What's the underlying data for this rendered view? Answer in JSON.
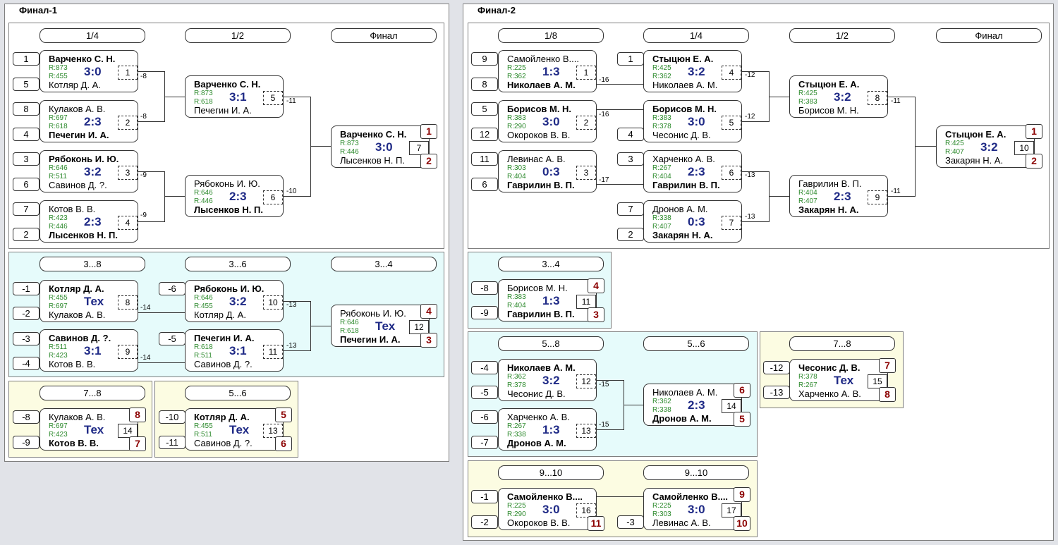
{
  "final1": {
    "title": "Финал-1",
    "rounds": [
      "1/4",
      "1/2",
      "Финал"
    ],
    "m1": {
      "p1": "Варченко С. Н.",
      "r1": "R:873",
      "r2": "R:455",
      "p2": "Котляр Д. А.",
      "score": "3:0",
      "num": "1",
      "s1": "1",
      "s2": "5",
      "link": "-8"
    },
    "m2": {
      "p1": "Кулаков А. В.",
      "r1": "R:697",
      "r2": "R:618",
      "p2": "Печегин И. А.",
      "score": "2:3",
      "num": "2",
      "s1": "8",
      "s2": "4",
      "link": "-8"
    },
    "m3": {
      "p1": "Рябоконь И. Ю.",
      "r1": "R:646",
      "r2": "R:511",
      "p2": "Савинов Д. ?.",
      "score": "3:2",
      "num": "3",
      "s1": "3",
      "s2": "6",
      "link": "-9"
    },
    "m4": {
      "p1": "Котов В. В.",
      "r1": "R:423",
      "r2": "R:446",
      "p2": "Лысенков Н. П.",
      "score": "2:3",
      "num": "4",
      "s1": "7",
      "s2": "2",
      "link": "-9"
    },
    "m5": {
      "p1": "Варченко С. Н.",
      "r1": "R:873",
      "r2": "R:618",
      "p2": "Печегин И. А.",
      "score": "3:1",
      "num": "5",
      "link": "-11"
    },
    "m6": {
      "p1": "Рябоконь И. Ю.",
      "r1": "R:646",
      "r2": "R:446",
      "p2": "Лысенков Н. П.",
      "score": "2:3",
      "num": "6",
      "link": "-10"
    },
    "m7": {
      "p1": "Варченко С. Н.",
      "r1": "R:873",
      "r2": "R:446",
      "p2": "Лысенков Н. П.",
      "score": "3:0",
      "num": "7",
      "pl1": "1",
      "pl2": "2"
    },
    "c": {
      "rounds": [
        "3...8",
        "3...6",
        "3...4"
      ],
      "m8": {
        "p1": "Котляр Д. А.",
        "r1": "R:455",
        "r2": "R:697",
        "p2": "Кулаков А. В.",
        "score": "Тех",
        "num": "8",
        "s1": "-1",
        "s2": "-2",
        "link": "-14"
      },
      "m9": {
        "p1": "Савинов Д. ?.",
        "r1": "R:511",
        "r2": "R:423",
        "p2": "Котов В. В.",
        "score": "3:1",
        "num": "9",
        "s1": "-3",
        "s2": "-4",
        "link": "-14"
      },
      "m10": {
        "p1": "Рябоконь И. Ю.",
        "r1": "R:646",
        "r2": "R:455",
        "p2": "Котляр Д. А.",
        "score": "3:2",
        "num": "10",
        "s1": "-6",
        "link": "-13"
      },
      "m11": {
        "p1": "Печегин И. А.",
        "r1": "R:618",
        "r2": "R:511",
        "p2": "Савинов Д. ?.",
        "score": "3:1",
        "num": "11",
        "s1": "-5",
        "link": "-13"
      },
      "m12": {
        "p1": "Рябоконь И. Ю.",
        "r1": "R:646",
        "r2": "R:618",
        "p2": "Печегин И. А.",
        "score": "Тех",
        "num": "12",
        "pl1": "4",
        "pl2": "3"
      }
    },
    "y1": {
      "round": "7...8",
      "m": {
        "p1": "Кулаков А. В.",
        "r1": "R:697",
        "r2": "R:423",
        "p2": "Котов В. В.",
        "score": "Тех",
        "num": "14",
        "s1": "-8",
        "s2": "-9",
        "pl1": "8",
        "pl2": "7"
      }
    },
    "y2": {
      "round": "5...6",
      "m": {
        "p1": "Котляр Д. А.",
        "r1": "R:455",
        "r2": "R:511",
        "p2": "Савинов Д. ?.",
        "score": "Тех",
        "num": "13",
        "s1": "-10",
        "s2": "-11",
        "pl1": "5",
        "pl2": "6"
      }
    }
  },
  "final2": {
    "title": "Финал-2",
    "rounds": [
      "1/8",
      "1/4",
      "1/2",
      "Финал"
    ],
    "m1": {
      "p1": "Самойленко В....",
      "r1": "R:225",
      "r2": "R:362",
      "p2": "Николаев А. М.",
      "score": "1:3",
      "num": "1",
      "s1": "9",
      "s2": "8",
      "link": "-16"
    },
    "m2": {
      "p1": "Борисов М. Н.",
      "r1": "R:383",
      "r2": "R:290",
      "p2": "Окороков В. В.",
      "score": "3:0",
      "num": "2",
      "s1": "5",
      "s2": "12",
      "link": "-16"
    },
    "m3": {
      "p1": "Левинас А. В.",
      "r1": "R:303",
      "r2": "R:404",
      "p2": "Гаврилин В. П.",
      "score": "0:3",
      "num": "3",
      "s1": "11",
      "s2": "6",
      "link": "-17"
    },
    "m4": {
      "p1": "Стыцюн Е. А.",
      "r1": "R:425",
      "r2": "R:362",
      "p2": "Николаев А. М.",
      "score": "3:2",
      "num": "4",
      "s1": "1",
      "link": "-12"
    },
    "m5": {
      "p1": "Борисов М. Н.",
      "r1": "R:383",
      "r2": "R:378",
      "p2": "Чесонис Д. В.",
      "score": "3:0",
      "num": "5",
      "s2": "4",
      "link": "-12"
    },
    "m6": {
      "p1": "Харченко А. В.",
      "r1": "R:267",
      "r2": "R:404",
      "p2": "Гаврилин В. П.",
      "score": "2:3",
      "num": "6",
      "s1": "3",
      "link": "-13"
    },
    "m7": {
      "p1": "Дронов А. М.",
      "r1": "R:338",
      "r2": "R:407",
      "p2": "Закарян Н. А.",
      "score": "0:3",
      "num": "7",
      "s1": "7",
      "s2": "2",
      "link": "-13"
    },
    "m8": {
      "p1": "Стыцюн Е. А.",
      "r1": "R:425",
      "r2": "R:383",
      "p2": "Борисов М. Н.",
      "score": "3:2",
      "num": "8",
      "link": "-11"
    },
    "m9": {
      "p1": "Гаврилин В. П.",
      "r1": "R:404",
      "r2": "R:407",
      "p2": "Закарян Н. А.",
      "score": "2:3",
      "num": "9",
      "link": "-11"
    },
    "m10": {
      "p1": "Стыцюн Е. А.",
      "r1": "R:425",
      "r2": "R:407",
      "p2": "Закарян Н. А.",
      "score": "3:2",
      "num": "10",
      "pl1": "1",
      "pl2": "2"
    },
    "p34": {
      "round": "3...4",
      "m": {
        "p1": "Борисов М. Н.",
        "r1": "R:383",
        "r2": "R:404",
        "p2": "Гаврилин В. П.",
        "score": "1:3",
        "num": "11",
        "s1": "-8",
        "s2": "-9",
        "pl1": "4",
        "pl2": "3"
      }
    },
    "c58": {
      "rounds": [
        "5...8",
        "5...6"
      ],
      "m12": {
        "p1": "Николаев А. М.",
        "r1": "R:362",
        "r2": "R:378",
        "p2": "Чесонис Д. В.",
        "score": "3:2",
        "num": "12",
        "s1": "-4",
        "s2": "-5",
        "link": "-15"
      },
      "m13": {
        "p1": "Харченко А. В.",
        "r1": "R:267",
        "r2": "R:338",
        "p2": "Дронов А. М.",
        "score": "1:3",
        "num": "13",
        "s1": "-6",
        "s2": "-7",
        "link": "-15"
      },
      "m14": {
        "p1": "Николаев А. М.",
        "r1": "R:362",
        "r2": "R:338",
        "p2": "Дронов А. М.",
        "score": "2:3",
        "num": "14",
        "pl1": "6",
        "pl2": "5"
      }
    },
    "y78": {
      "round": "7...8",
      "m": {
        "p1": "Чесонис Д. В.",
        "r1": "R:378",
        "r2": "R:267",
        "p2": "Харченко А. В.",
        "score": "Тех",
        "num": "15",
        "s1": "-12",
        "s2": "-13",
        "pl1": "7",
        "pl2": "8"
      }
    },
    "y910": {
      "rounds": [
        "9...10",
        "9...10"
      ],
      "m16": {
        "p1": "Самойленко В....",
        "r1": "R:225",
        "r2": "R:290",
        "p2": "Окороков В. В.",
        "score": "3:0",
        "num": "16",
        "s1": "-1",
        "s2": "-2",
        "pl2": "11"
      },
      "m17": {
        "p1": "Самойленко В....",
        "r1": "R:225",
        "r2": "R:303",
        "p2": "Левинас А. В.",
        "score": "3:0",
        "num": "17",
        "s2": "-3",
        "pl1": "9",
        "pl2": "10"
      }
    }
  }
}
